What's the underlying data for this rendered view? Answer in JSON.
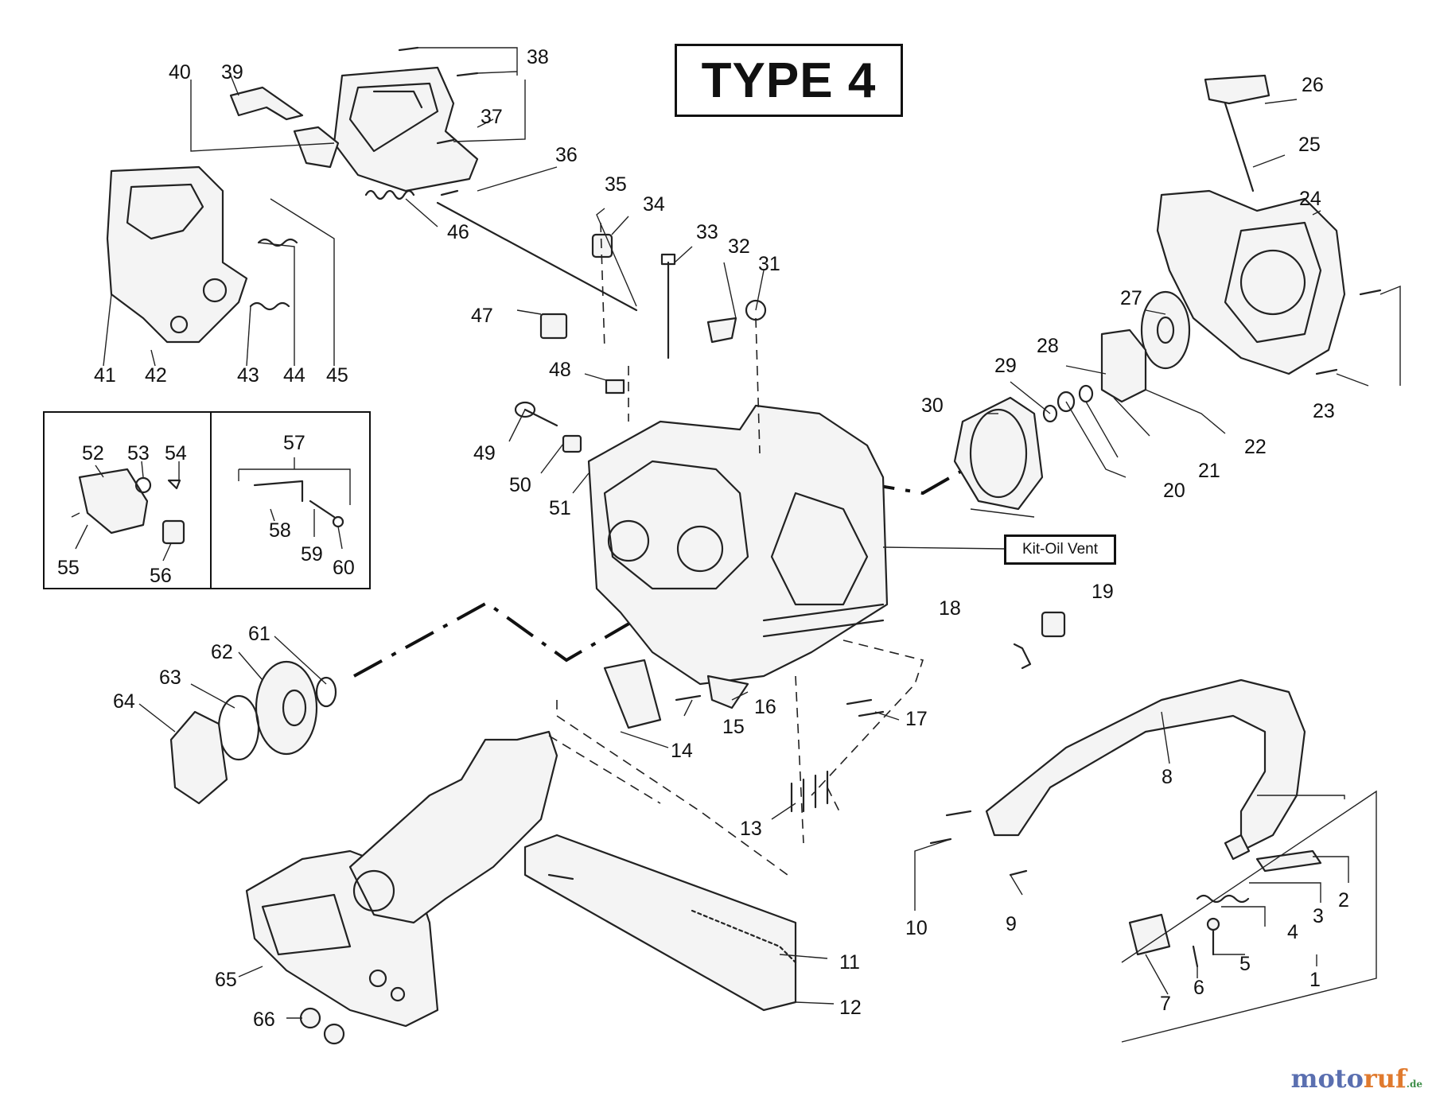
{
  "title": "TYPE 4",
  "kit_label": "Kit-Oil Vent",
  "watermark": "motoruf",
  "watermark_parts": [
    "moto",
    "ruf",
    ".de"
  ],
  "callouts": [
    "1",
    "2",
    "3",
    "4",
    "5",
    "6",
    "7",
    "8",
    "9",
    "10",
    "11",
    "12",
    "13",
    "14",
    "15",
    "16",
    "17",
    "18",
    "19",
    "20",
    "21",
    "22",
    "23",
    "24",
    "25",
    "26",
    "27",
    "28",
    "29",
    "30",
    "31",
    "32",
    "33",
    "34",
    "35",
    "36",
    "37",
    "38",
    "39",
    "40",
    "41",
    "42",
    "43",
    "44",
    "45",
    "46",
    "47",
    "48",
    "49",
    "50",
    "51",
    "52",
    "53",
    "54",
    "55",
    "56",
    "57",
    "58",
    "59",
    "60",
    "61",
    "62",
    "63",
    "64",
    "65",
    "66"
  ],
  "colors": {
    "line": "#222222",
    "background": "#ffffff",
    "watermark_blue": "#5a6fb0",
    "watermark_orange": "#e07a2e",
    "watermark_green": "#3f8f4a"
  }
}
